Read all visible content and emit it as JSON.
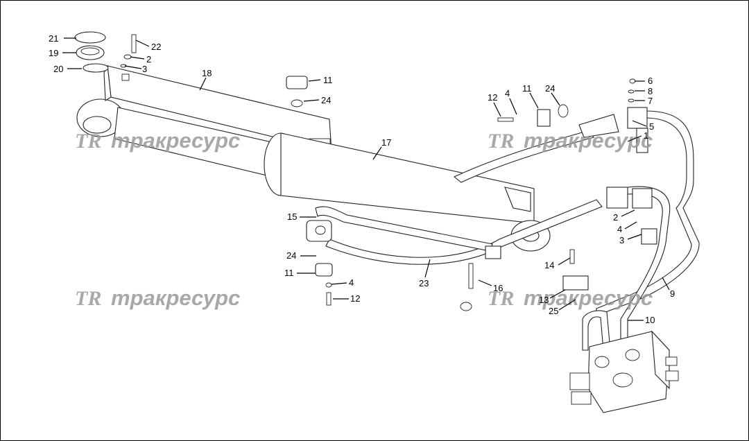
{
  "watermark": {
    "logo": "TR",
    "text": "тракресурс"
  },
  "callouts": [
    {
      "id": "c21",
      "label": "21"
    },
    {
      "id": "c19",
      "label": "19"
    },
    {
      "id": "c20",
      "label": "20"
    },
    {
      "id": "c22",
      "label": "22"
    },
    {
      "id": "c2a",
      "label": "2"
    },
    {
      "id": "c3a",
      "label": "3"
    },
    {
      "id": "c18",
      "label": "18"
    },
    {
      "id": "c11a",
      "label": "11"
    },
    {
      "id": "c24a",
      "label": "24"
    },
    {
      "id": "c17",
      "label": "17"
    },
    {
      "id": "c12a",
      "label": "12"
    },
    {
      "id": "c4a",
      "label": "4"
    },
    {
      "id": "c11b",
      "label": "11"
    },
    {
      "id": "c24b",
      "label": "24"
    },
    {
      "id": "c6",
      "label": "6"
    },
    {
      "id": "c8",
      "label": "8"
    },
    {
      "id": "c7",
      "label": "7"
    },
    {
      "id": "c5",
      "label": "5"
    },
    {
      "id": "c1",
      "label": "1"
    },
    {
      "id": "c15",
      "label": "15"
    },
    {
      "id": "c2b",
      "label": "2"
    },
    {
      "id": "c4b",
      "label": "4"
    },
    {
      "id": "c3b",
      "label": "3"
    },
    {
      "id": "c24c",
      "label": "24"
    },
    {
      "id": "c11c",
      "label": "11"
    },
    {
      "id": "c4c",
      "label": "4"
    },
    {
      "id": "c12b",
      "label": "12"
    },
    {
      "id": "c23",
      "label": "23"
    },
    {
      "id": "c14",
      "label": "14"
    },
    {
      "id": "c16",
      "label": "16"
    },
    {
      "id": "c9",
      "label": "9"
    },
    {
      "id": "c13",
      "label": "13"
    },
    {
      "id": "c25",
      "label": "25"
    },
    {
      "id": "c10",
      "label": "10"
    }
  ]
}
